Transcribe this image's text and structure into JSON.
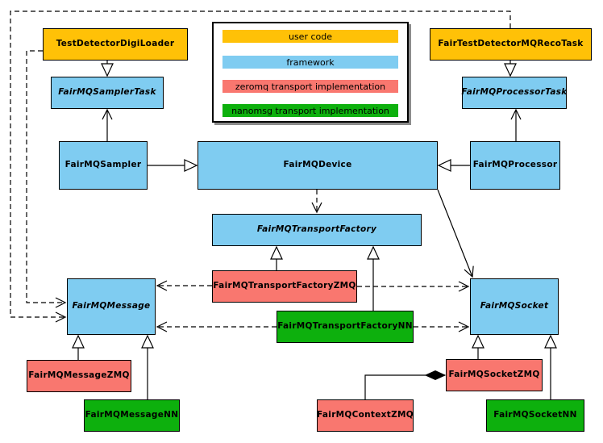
{
  "colors": {
    "user_code": "#FFC107",
    "framework": "#7FCCF1",
    "zeromq": "#F9776F",
    "nanomsg": "#0DB00D",
    "box_border": "#000000",
    "line": "#000000",
    "legend_shadow": "#8C8C8C",
    "background": "#FFFFFF"
  },
  "legend": {
    "items": [
      {
        "label": "user code",
        "color_role": "user_code"
      },
      {
        "label": "framework",
        "color_role": "framework"
      },
      {
        "label": "zeromq transport implementation",
        "color_role": "zeromq"
      },
      {
        "label": "nanomsg transport implementation",
        "color_role": "nanomsg"
      }
    ]
  },
  "nodes": {
    "testDetectorDigiLoader": {
      "label": "TestDetectorDigiLoader",
      "category": "user_code",
      "abstract": false
    },
    "fairTestDetectorMQRecoTask": {
      "label": "FairTestDetectorMQRecoTask",
      "category": "user_code",
      "abstract": false
    },
    "fairMQSamplerTask": {
      "label": "FairMQSamplerTask",
      "category": "framework",
      "abstract": true
    },
    "fairMQProcessorTask": {
      "label": "FairMQProcessorTask",
      "category": "framework",
      "abstract": true
    },
    "fairMQSampler": {
      "label": "FairMQSampler",
      "category": "framework",
      "abstract": false
    },
    "fairMQDevice": {
      "label": "FairMQDevice",
      "category": "framework",
      "abstract": false
    },
    "fairMQProcessor": {
      "label": "FairMQProcessor",
      "category": "framework",
      "abstract": false
    },
    "fairMQTransportFactory": {
      "label": "FairMQTransportFactory",
      "category": "framework",
      "abstract": true
    },
    "fairMQTransportFactoryZMQ": {
      "label": "FairMQTransportFactoryZMQ",
      "category": "zeromq",
      "abstract": false
    },
    "fairMQTransportFactoryNN": {
      "label": "FairMQTransportFactoryNN",
      "category": "nanomsg",
      "abstract": false
    },
    "fairMQMessage": {
      "label": "FairMQMessage",
      "category": "framework",
      "abstract": true
    },
    "fairMQSocket": {
      "label": "FairMQSocket",
      "category": "framework",
      "abstract": true
    },
    "fairMQMessageZMQ": {
      "label": "FairMQMessageZMQ",
      "category": "zeromq",
      "abstract": false
    },
    "fairMQMessageNN": {
      "label": "FairMQMessageNN",
      "category": "nanomsg",
      "abstract": false
    },
    "fairMQSocketZMQ": {
      "label": "FairMQSocketZMQ",
      "category": "zeromq",
      "abstract": false
    },
    "fairMQSocketNN": {
      "label": "FairMQSocketNN",
      "category": "nanomsg",
      "abstract": false
    },
    "fairMQContextZMQ": {
      "label": "FairMQContextZMQ",
      "category": "zeromq",
      "abstract": false
    }
  },
  "relationships": [
    {
      "from": "TestDetectorDigiLoader",
      "to": "FairMQSamplerTask",
      "type": "inheritance"
    },
    {
      "from": "FairTestDetectorMQRecoTask",
      "to": "FairMQProcessorTask",
      "type": "inheritance"
    },
    {
      "from": "FairMQSampler",
      "to": "FairMQDevice",
      "type": "inheritance"
    },
    {
      "from": "FairMQProcessor",
      "to": "FairMQDevice",
      "type": "inheritance"
    },
    {
      "from": "FairMQTransportFactoryZMQ",
      "to": "FairMQTransportFactory",
      "type": "inheritance"
    },
    {
      "from": "FairMQTransportFactoryNN",
      "to": "FairMQTransportFactory",
      "type": "inheritance"
    },
    {
      "from": "FairMQMessageZMQ",
      "to": "FairMQMessage",
      "type": "inheritance"
    },
    {
      "from": "FairMQMessageNN",
      "to": "FairMQMessage",
      "type": "inheritance"
    },
    {
      "from": "FairMQSocketZMQ",
      "to": "FairMQSocket",
      "type": "inheritance"
    },
    {
      "from": "FairMQSocketNN",
      "to": "FairMQSocket",
      "type": "inheritance"
    },
    {
      "from": "FairMQSampler",
      "to": "FairMQSamplerTask",
      "type": "association"
    },
    {
      "from": "FairMQProcessor",
      "to": "FairMQProcessorTask",
      "type": "association"
    },
    {
      "from": "FairMQDevice",
      "to": "FairMQSocket",
      "type": "association"
    },
    {
      "from": "FairMQDevice",
      "to": "FairMQTransportFactory",
      "type": "dependency"
    },
    {
      "from": "FairMQTransportFactoryZMQ",
      "to": "FairMQMessage",
      "type": "dependency"
    },
    {
      "from": "FairMQTransportFactoryZMQ",
      "to": "FairMQSocket",
      "type": "dependency"
    },
    {
      "from": "FairMQTransportFactoryNN",
      "to": "FairMQMessage",
      "type": "dependency"
    },
    {
      "from": "FairMQTransportFactoryNN",
      "to": "FairMQSocket",
      "type": "dependency"
    },
    {
      "from": "TestDetectorDigiLoader",
      "to": "FairMQMessage",
      "type": "dependency"
    },
    {
      "from": "FairTestDetectorMQRecoTask",
      "to": "FairMQMessage",
      "type": "dependency"
    },
    {
      "from": "FairMQContextZMQ",
      "to": "FairMQSocketZMQ",
      "type": "composition"
    }
  ]
}
